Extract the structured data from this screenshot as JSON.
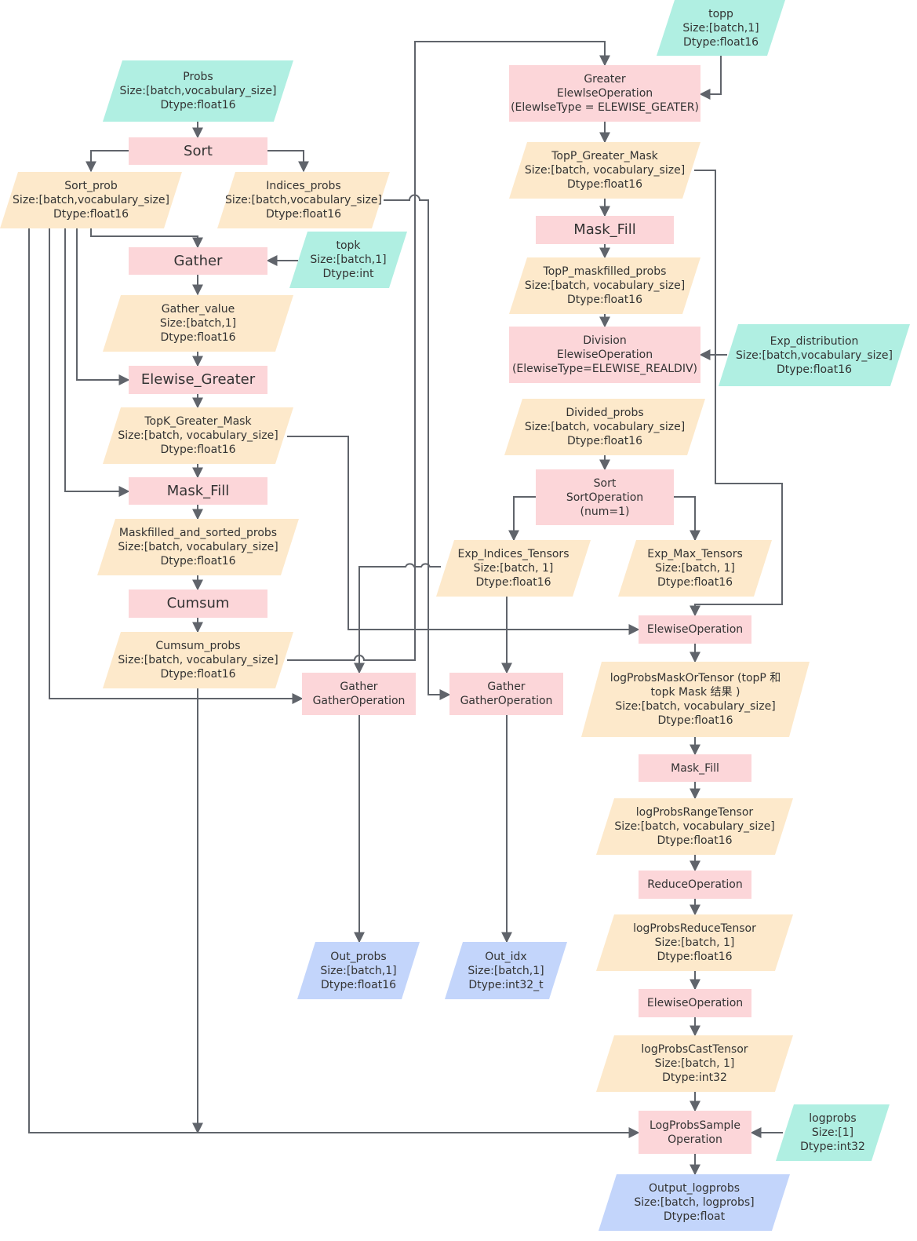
{
  "colors": {
    "input": "#b0efe2",
    "tensor": "#fde9cb",
    "op": "#fcd6d9",
    "output": "#c3d5fb",
    "edge": "#60646b",
    "text": "#333333"
  },
  "nodes": {
    "probs": {
      "kind": "input",
      "lines": [
        "Probs",
        "Size:[batch,vocabulary_size]",
        "Dtype:float16"
      ]
    },
    "sort1": {
      "kind": "op",
      "lines": [
        "Sort"
      ]
    },
    "sort_prob": {
      "kind": "tensor",
      "lines": [
        "Sort_prob",
        "Size:[batch,vocabulary_size]",
        "Dtype:float16"
      ]
    },
    "indices_probs": {
      "kind": "tensor",
      "lines": [
        "Indices_probs",
        "Size:[batch,vocabulary_size]",
        "Dtype:float16"
      ]
    },
    "gather1": {
      "kind": "op",
      "lines": [
        "Gather"
      ]
    },
    "topk": {
      "kind": "input",
      "lines": [
        "topk",
        "Size:[batch,1]",
        "Dtype:int"
      ]
    },
    "gather_value": {
      "kind": "tensor",
      "lines": [
        "Gather_value",
        "Size:[batch,1]",
        "Dtype:float16"
      ]
    },
    "elewise_greater": {
      "kind": "op",
      "lines": [
        "Elewise_Greater"
      ]
    },
    "topk_greater_mask": {
      "kind": "tensor",
      "lines": [
        "TopK_Greater_Mask",
        "Size:[batch, vocabulary_size]",
        "Dtype:float16"
      ]
    },
    "mask_fill1": {
      "kind": "op",
      "lines": [
        "Mask_Fill"
      ]
    },
    "maskfilled_sorted": {
      "kind": "tensor",
      "lines": [
        "Maskfilled_and_sorted_probs",
        "Size:[batch, vocabulary_size]",
        "Dtype:float16"
      ]
    },
    "cumsum": {
      "kind": "op",
      "lines": [
        "Cumsum"
      ]
    },
    "cumsum_probs": {
      "kind": "tensor",
      "lines": [
        "Cumsum_probs",
        "Size:[batch, vocabulary_size]",
        "Dtype:float16"
      ]
    },
    "topp": {
      "kind": "input",
      "lines": [
        "topp",
        "Size:[batch,1]",
        "Dtype:float16"
      ]
    },
    "greater_op": {
      "kind": "op",
      "lines": [
        "Greater",
        "ElewlseOperation",
        "(ElewlseType = ELEWISE_GEATER)"
      ]
    },
    "topp_greater_mask": {
      "kind": "tensor",
      "lines": [
        "TopP_Greater_Mask",
        "Size:[batch, vocabulary_size]",
        "Dtype:float16"
      ]
    },
    "mask_fill2": {
      "kind": "op",
      "lines": [
        "Mask_Fill"
      ]
    },
    "topp_maskfilled": {
      "kind": "tensor",
      "lines": [
        "TopP_maskfilled_probs",
        "Size:[batch, vocabulary_size]",
        "Dtype:float16"
      ]
    },
    "division": {
      "kind": "op",
      "lines": [
        "Division",
        "ElewiseOperation",
        "(ElewiseType=ELEWISE_REALDIV)"
      ]
    },
    "exp_distribution": {
      "kind": "input",
      "lines": [
        "Exp_distribution",
        "Size:[batch,vocabulary_size]",
        "Dtype:float16"
      ]
    },
    "divided_probs": {
      "kind": "tensor",
      "lines": [
        "Divided_probs",
        "Size:[batch, vocabulary_size]",
        "Dtype:float16"
      ]
    },
    "sort2": {
      "kind": "op",
      "lines": [
        "Sort",
        "SortOperation",
        "(num=1)"
      ]
    },
    "exp_indices": {
      "kind": "tensor",
      "lines": [
        "Exp_Indices_Tensors",
        "Size:[batch, 1]",
        "Dtype:float16"
      ]
    },
    "exp_max": {
      "kind": "tensor",
      "lines": [
        "Exp_Max_Tensors",
        "Size:[batch, 1]",
        "Dtype:float16"
      ]
    },
    "elewise_op1": {
      "kind": "op",
      "lines": [
        "ElewiseOperation"
      ]
    },
    "logprobs_mask_or": {
      "kind": "tensor",
      "lines": [
        "logProbsMaskOrTensor (topP 和",
        "topk Mask 结果 )",
        "Size:[batch, vocabulary_size]",
        "Dtype:float16"
      ]
    },
    "gather_op1": {
      "kind": "op",
      "lines": [
        "Gather",
        "GatherOperation"
      ]
    },
    "gather_op2": {
      "kind": "op",
      "lines": [
        "Gather",
        "GatherOperation"
      ]
    },
    "mask_fill3": {
      "kind": "op",
      "lines": [
        "Mask_Fill"
      ]
    },
    "logprobs_range": {
      "kind": "tensor",
      "lines": [
        "logProbsRangeTensor",
        "Size:[batch, vocabulary_size]",
        "Dtype:float16"
      ]
    },
    "reduce_op": {
      "kind": "op",
      "lines": [
        "ReduceOperation"
      ]
    },
    "logprobs_reduce": {
      "kind": "tensor",
      "lines": [
        "logProbsReduceTensor",
        "Size:[batch, 1]",
        "Dtype:float16"
      ]
    },
    "elewise_op2": {
      "kind": "op",
      "lines": [
        "ElewiseOperation"
      ]
    },
    "logprobs_cast": {
      "kind": "tensor",
      "lines": [
        "logProbsCastTensor",
        "Size:[batch, 1]",
        "Dtype:int32"
      ]
    },
    "logprobs_sample": {
      "kind": "op",
      "lines": [
        "LogProbsSample",
        "Operation"
      ]
    },
    "logprobs_in": {
      "kind": "input",
      "lines": [
        "logprobs",
        "Size:[1]",
        "Dtype:int32"
      ]
    },
    "out_probs": {
      "kind": "output",
      "lines": [
        "Out_probs",
        "Size:[batch,1]",
        "Dtype:float16"
      ]
    },
    "out_idx": {
      "kind": "output",
      "lines": [
        "Out_idx",
        "Size:[batch,1]",
        "Dtype:int32_t"
      ]
    },
    "output_logprobs": {
      "kind": "output",
      "lines": [
        "Output_logprobs",
        "Size:[batch, logprobs]",
        "Dtype:float"
      ]
    }
  }
}
